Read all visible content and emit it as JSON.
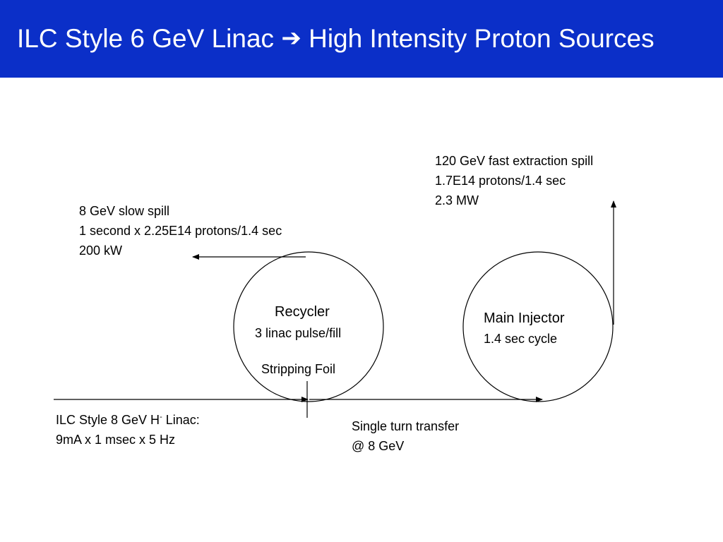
{
  "slide": {
    "title_left": "ILC Style 6 GeV Linac",
    "title_arrow_icon": "right-arrow-icon",
    "title_right": "High Intensity Proton Sources",
    "header_color": "#0b2fc8"
  },
  "diagram": {
    "slow_spill": [
      "8 GeV slow spill",
      "1 second x 2.25E14 protons/1.4 sec",
      "200 kW"
    ],
    "fast_spill": [
      "120 GeV fast extraction spill",
      "1.7E14 protons/1.4 sec",
      "2.3 MW"
    ],
    "recycler": {
      "name": "Recycler",
      "detail": "3 linac pulse/fill",
      "foil": "Stripping Foil"
    },
    "main_injector": {
      "name": "Main Injector",
      "detail": "1.4 sec cycle"
    },
    "linac": {
      "line1_prefix": "ILC Style 8 GeV H",
      "line1_sup": "-",
      "line1_suffix": " Linac:",
      "line2": "9mA x 1 msec x 5 Hz"
    },
    "transfer": [
      "Single turn transfer",
      "@ 8 GeV"
    ]
  }
}
